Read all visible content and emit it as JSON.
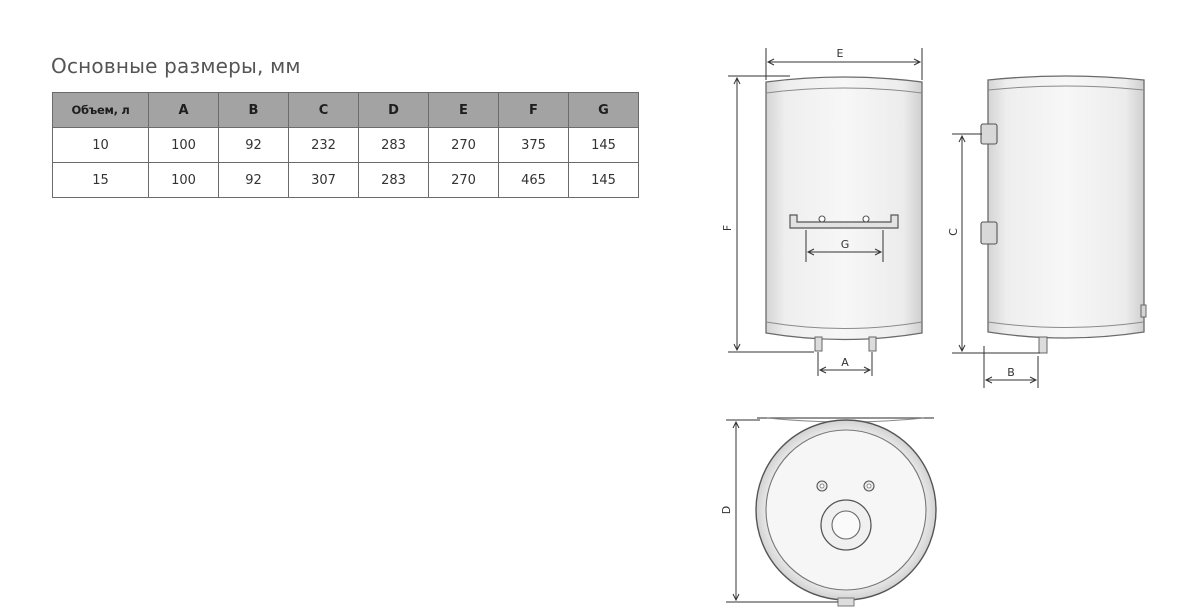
{
  "title": "Основные размеры, мм",
  "table": {
    "columns": [
      "Объем, л",
      "A",
      "B",
      "C",
      "D",
      "E",
      "F",
      "G"
    ],
    "rows": [
      [
        "10",
        "100",
        "92",
        "232",
        "283",
        "270",
        "375",
        "145"
      ],
      [
        "15",
        "100",
        "92",
        "307",
        "283",
        "270",
        "465",
        "145"
      ]
    ]
  },
  "drawing": {
    "labels": {
      "E": "E",
      "F": "F",
      "G": "G",
      "A": "A",
      "C": "C",
      "B": "B",
      "D": "D"
    }
  }
}
